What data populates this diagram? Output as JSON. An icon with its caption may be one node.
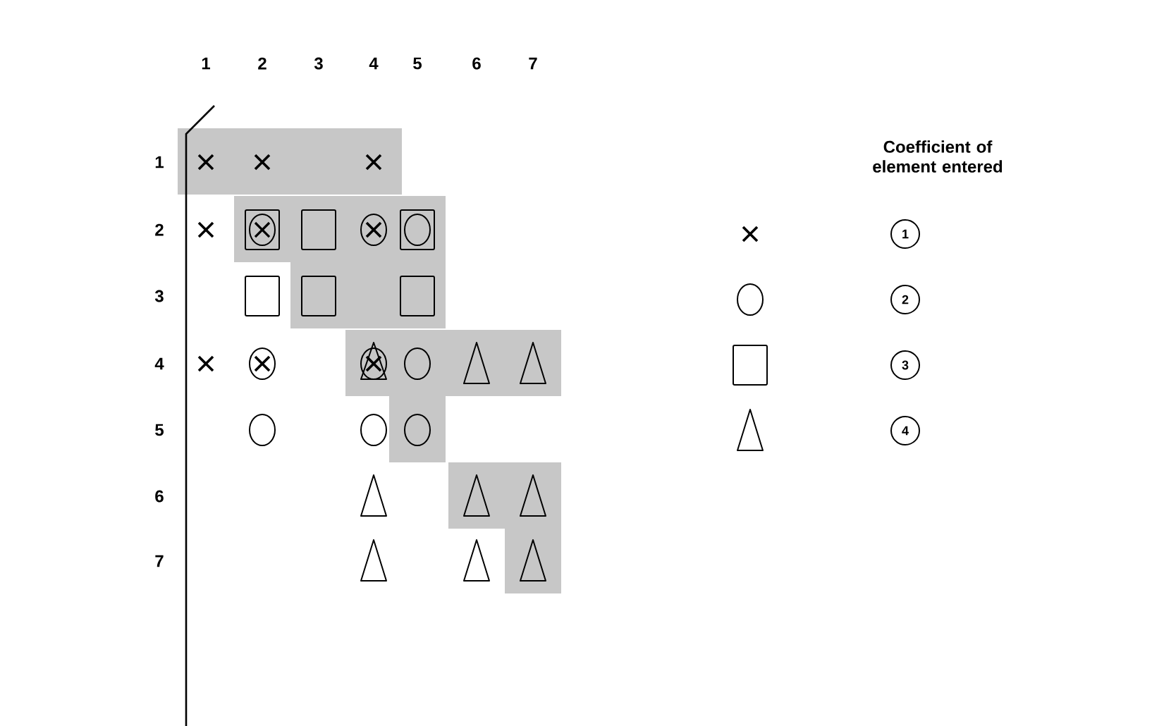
{
  "diagram": {
    "labels": [
      "1",
      "2",
      "3",
      "4",
      "5",
      "6",
      "7",
      "Coefficient of element entered",
      "1",
      "2",
      "3",
      "4",
      "5",
      "6",
      "7"
    ],
    "legend": [
      {
        "text": "1"
      },
      {
        "text": "2"
      },
      {
        "text": "3"
      },
      {
        "text": "4"
      }
    ]
  }
}
